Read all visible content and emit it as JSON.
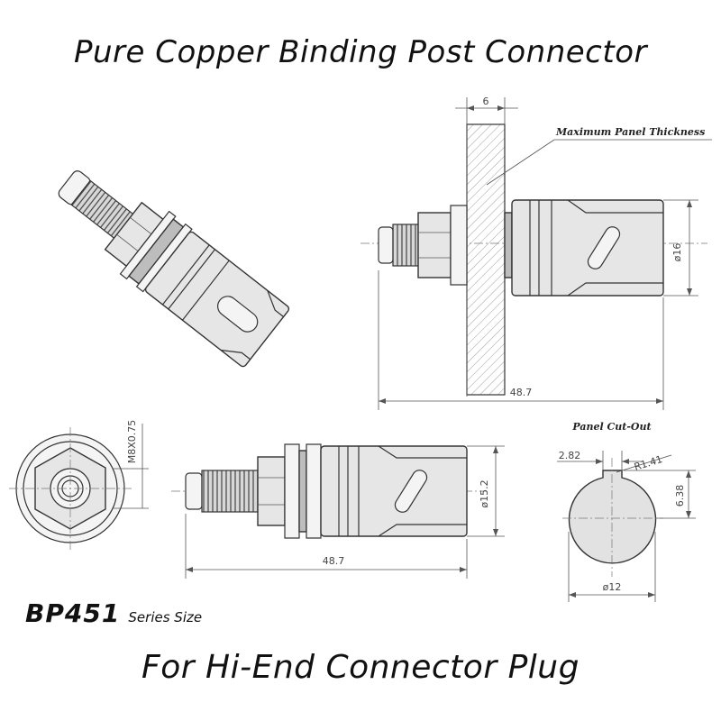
{
  "title": "Pure Copper Binding Post Connector",
  "subtitle": "For Hi-End Connector Plug",
  "series": {
    "code": "BP451",
    "suffix": "Series Size"
  },
  "labels": {
    "max_panel_thickness": "Maximum Panel Thickness",
    "panel_thickness_dim": "6",
    "side_diameter": "ø16",
    "side_length": "48.7",
    "thread_spec": "M8X0.75",
    "front_diameter": "ø15.2",
    "front_length": "48.7",
    "panel_cutout": "Panel Cut-Out",
    "cutout_key_width": "2.82",
    "cutout_radius": "R1.41",
    "cutout_flat": "6.38",
    "cutout_diameter": "ø12"
  }
}
